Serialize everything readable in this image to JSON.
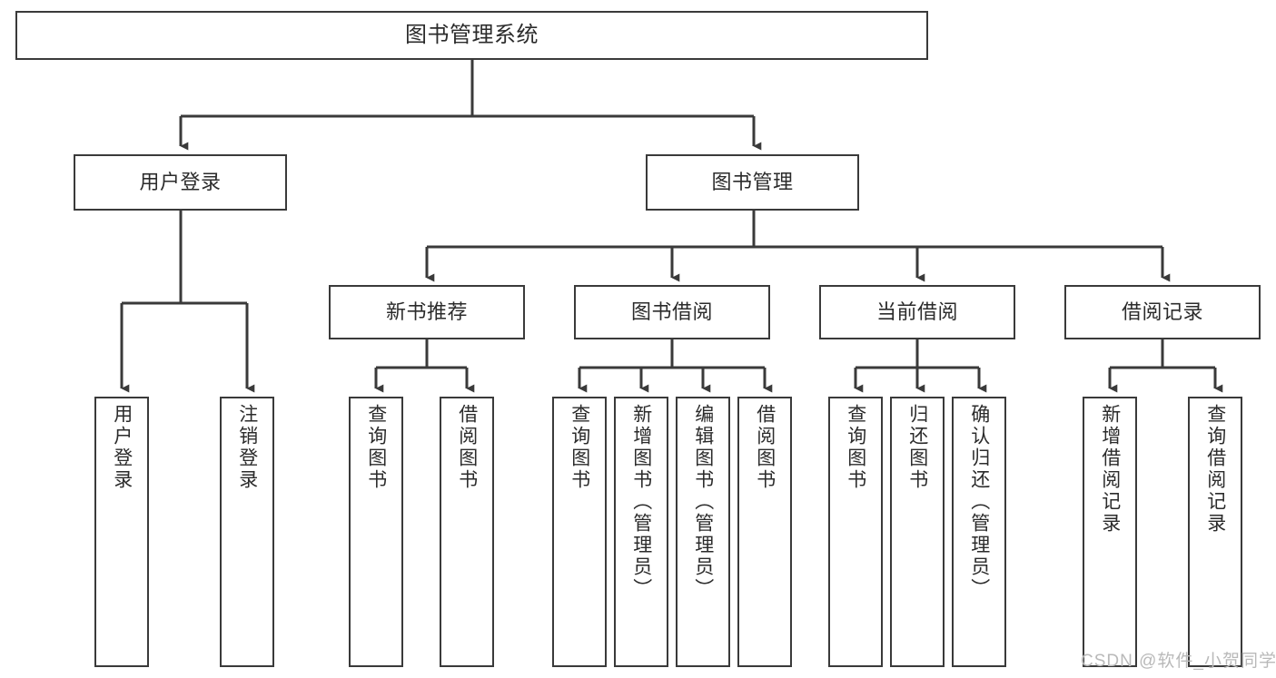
{
  "diagram": {
    "title": "图书管理系统",
    "type": "function-structure-tree",
    "watermark": "CSDN @软件_小贺同学",
    "colors": {
      "box_border": "#3a3a3a",
      "box_fill": "#ffffff",
      "edge": "#3a3a3a",
      "text": "#2b2b2b",
      "watermark": "#b9b9b9",
      "background": "#ffffff"
    },
    "levels": {
      "root": "图书管理系统",
      "level2": [
        "用户登录",
        "图书管理"
      ],
      "level3": [
        "新书推荐",
        "图书借阅",
        "当前借阅",
        "借阅记录"
      ]
    },
    "nodes": {
      "root": {
        "label": "图书管理系统"
      },
      "user_login": {
        "label": "用户登录"
      },
      "book_manage": {
        "label": "图书管理"
      },
      "new_book_rec": {
        "label": "新书推荐"
      },
      "book_borrow": {
        "label": "图书借阅"
      },
      "current_borrow": {
        "label": "当前借阅"
      },
      "borrow_record": {
        "label": "借阅记录"
      },
      "leaf_user_login": {
        "label": "用户登录"
      },
      "leaf_user_logout": {
        "label": "注销登录"
      },
      "leaf_query_book_1": {
        "label": "查询图书"
      },
      "leaf_borrow_book_1": {
        "label": "借阅图书"
      },
      "leaf_query_book_2": {
        "label": "查询图书"
      },
      "leaf_add_book": {
        "label": "新增图书（管理员）"
      },
      "leaf_edit_book": {
        "label": "编辑图书（管理员）"
      },
      "leaf_borrow_book_2": {
        "label": "借阅图书"
      },
      "leaf_query_book_3": {
        "label": "查询图书"
      },
      "leaf_return_book": {
        "label": "归还图书"
      },
      "leaf_confirm_return": {
        "label": "确认归还（管理员）"
      },
      "leaf_add_record": {
        "label": "新增借阅记录"
      },
      "leaf_query_record": {
        "label": "查询借阅记录"
      }
    }
  }
}
